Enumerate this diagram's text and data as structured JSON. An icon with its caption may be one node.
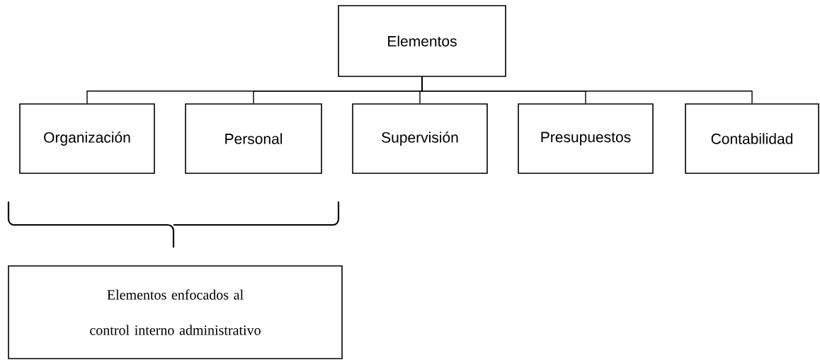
{
  "diagram": {
    "nodes": [
      {
        "text": [
          "Elementos"
        ]
      },
      {
        "text": [
          "Organización"
        ]
      },
      {
        "text": [
          "Personal"
        ]
      },
      {
        "text": [
          "Supervisión"
        ]
      },
      {
        "text": [
          "Presupuestos"
        ]
      },
      {
        "text": [
          "Contabilidad"
        ]
      },
      {
        "text": [
          "Elementos enfocados al control interno administrativo"
        ]
      }
    ],
    "edges": [
      {
        "from": 0,
        "to": 1,
        "arrow": "none"
      },
      {
        "from": 0,
        "to": 2,
        "arrow": "none"
      },
      {
        "from": 0,
        "to": 3,
        "arrow": "none"
      },
      {
        "from": 0,
        "to": 4,
        "arrow": "none"
      },
      {
        "from": 0,
        "to": 5,
        "arrow": "none"
      }
    ]
  }
}
